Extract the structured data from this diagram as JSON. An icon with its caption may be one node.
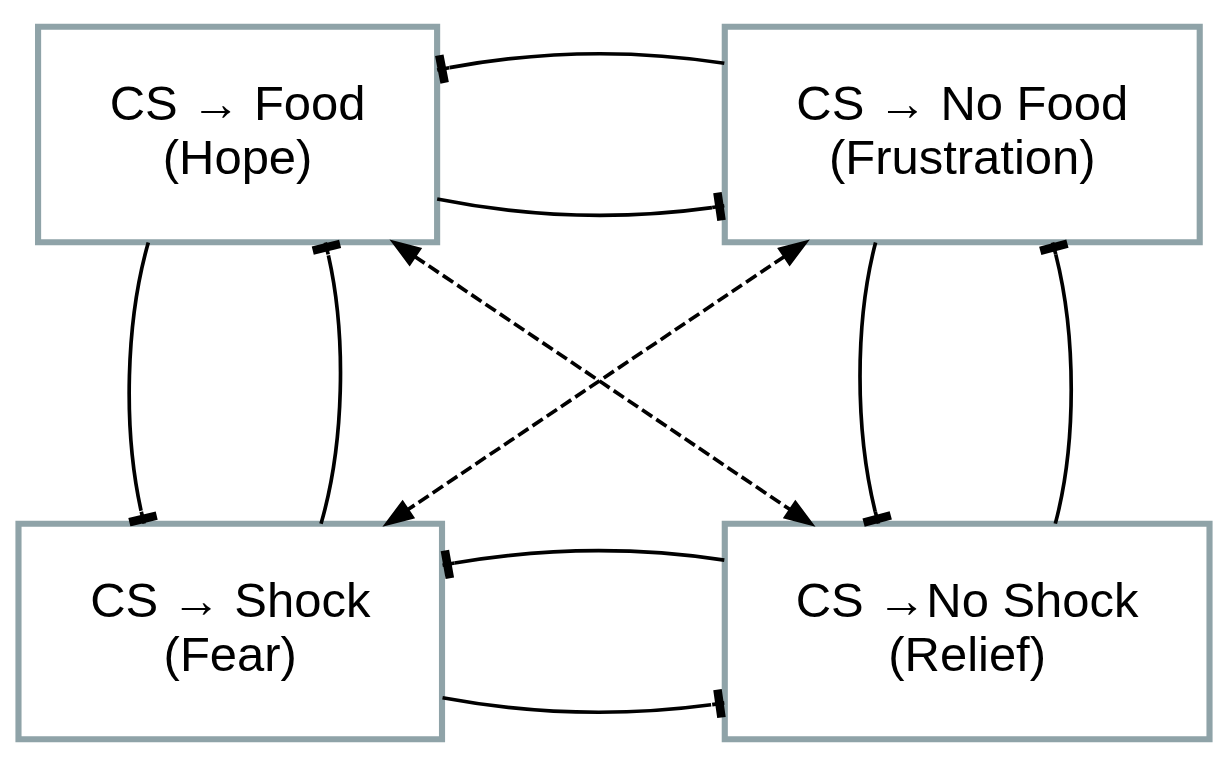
{
  "diagram": {
    "nodes": [
      {
        "text": [
          "CS → Food",
          "(Hope)"
        ]
      },
      {
        "text": [
          "CS → No Food",
          "(Frustration)"
        ]
      },
      {
        "text": [
          "CS → Shock",
          "(Fear)"
        ]
      },
      {
        "text": [
          "CS →No Shock",
          "(Relief)"
        ]
      }
    ],
    "edges": [
      {
        "from": 0,
        "to": 1,
        "arrow": "other"
      },
      {
        "from": 1,
        "to": 0,
        "arrow": "other"
      },
      {
        "from": 2,
        "to": 0,
        "arrow": "other"
      },
      {
        "from": 0,
        "to": 2,
        "arrow": "other"
      },
      {
        "from": 3,
        "to": 1,
        "arrow": "other"
      },
      {
        "from": 1,
        "to": 3,
        "arrow": "other"
      },
      {
        "from": 0,
        "to": 3,
        "arrow": "both",
        "style": "dashed"
      },
      {
        "from": 1,
        "to": 2,
        "arrow": "both",
        "style": "dashed"
      },
      {
        "from": 2,
        "to": 3,
        "arrow": "other"
      },
      {
        "from": 3,
        "to": 2,
        "arrow": "other"
      }
    ]
  }
}
